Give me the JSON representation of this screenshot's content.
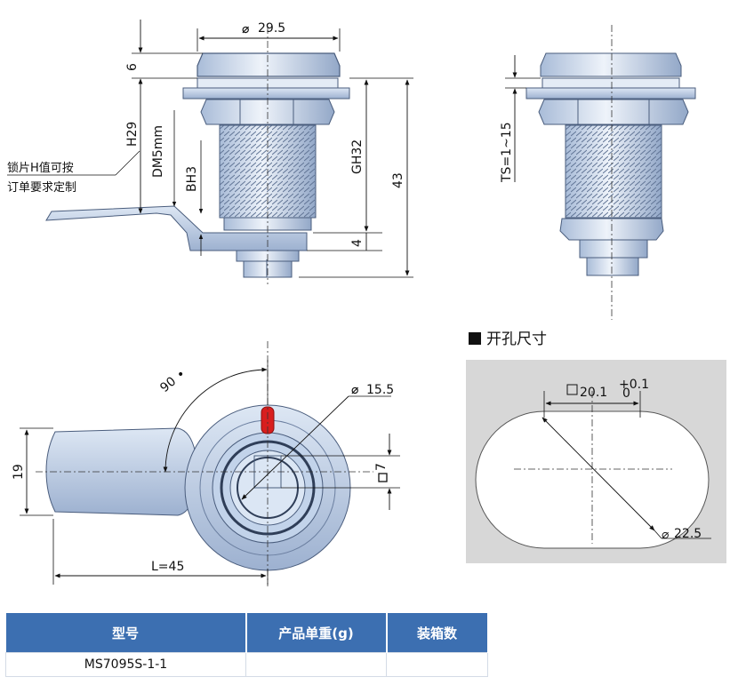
{
  "front_view": {
    "dim_diameter": "29.5",
    "dim_cap": "6",
    "dim_h": "H29",
    "dim_dm": "DM5mm",
    "dim_bh": "BH3",
    "dim_gh": "GH32",
    "dim_total": "43",
    "dim_cam": "4",
    "note_line1": "锁片H值可按",
    "note_line2": "订单要求定制"
  },
  "side_view": {
    "dim_ts": "TS=1~15"
  },
  "top_view": {
    "dim_angle": "90",
    "dim_diameter": "15.5",
    "dim_width": "19",
    "dim_square": "7",
    "dim_length": "L=45"
  },
  "cutout": {
    "title": "开孔尺寸",
    "dim_flat": "20.1",
    "tol_upper": "+0.1",
    "tol_lower": "0",
    "dim_diameter": "22.5"
  },
  "table": {
    "headers": [
      "型号",
      "产品单重(g)",
      "装箱数"
    ],
    "rows": [
      [
        "MS7095S-1-1",
        "",
        ""
      ]
    ]
  },
  "colors": {
    "table_header": "#3c6fb1",
    "part_fill": "#c9d8ec",
    "key_red": "#d81e1e",
    "cutout_bg": "#d7d7d7"
  }
}
